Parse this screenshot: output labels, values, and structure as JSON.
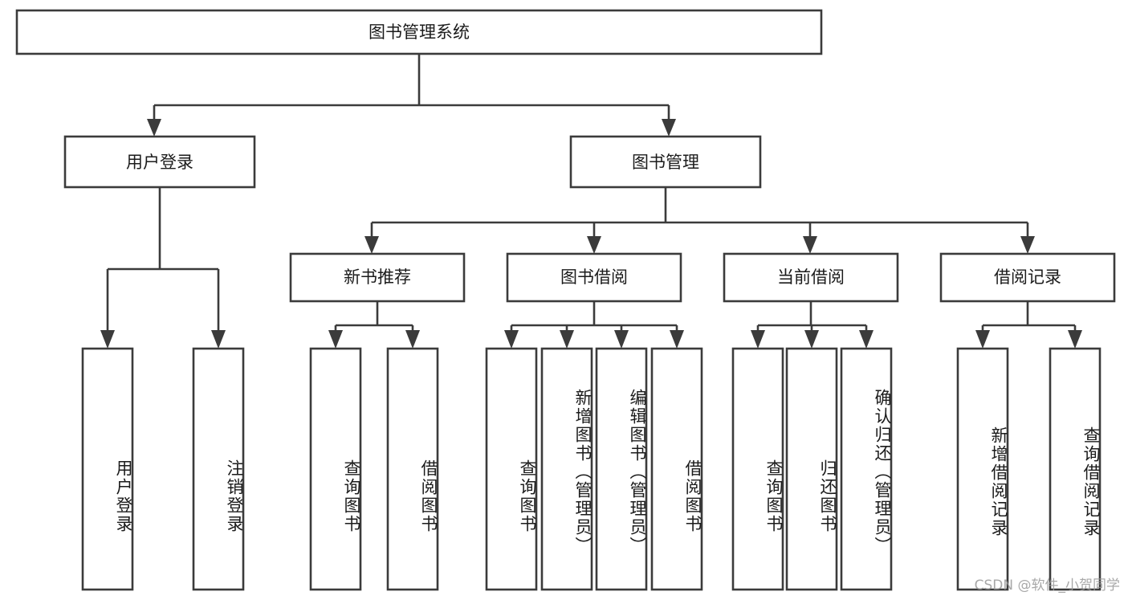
{
  "diagram": {
    "type": "tree-hierarchy-diagram",
    "title": "图书管理系统",
    "watermark": "CSDN @软件_小贺同学",
    "colors": {
      "stroke": "#3b3b3b",
      "fill": "#ffffff",
      "text": "#1b1b1b",
      "background": "#ffffff",
      "watermark": "#9a9a9a"
    },
    "levels": {
      "root": {
        "label": "图书管理系统"
      },
      "level2": [
        {
          "label": "用户登录"
        },
        {
          "label": "图书管理"
        }
      ],
      "level3": [
        {
          "label": "新书推荐"
        },
        {
          "label": "图书借阅"
        },
        {
          "label": "当前借阅"
        },
        {
          "label": "借阅记录"
        }
      ]
    },
    "leaves": {
      "user_login": [
        {
          "label": "用户登录"
        },
        {
          "label": "注销登录"
        }
      ],
      "new_book_recommend": [
        {
          "label": "查询图书"
        },
        {
          "label": "借阅图书"
        }
      ],
      "book_borrow": [
        {
          "label": "查询图书"
        },
        {
          "label": "新增图书（管理员）"
        },
        {
          "label": "编辑图书（管理员）"
        },
        {
          "label": "借阅图书"
        }
      ],
      "current_borrow": [
        {
          "label": "查询图书"
        },
        {
          "label": "归还图书"
        },
        {
          "label": "确认归还（管理员）"
        }
      ],
      "borrow_record": [
        {
          "label": "新增借阅记录"
        },
        {
          "label": "查询借阅记录"
        }
      ]
    }
  }
}
